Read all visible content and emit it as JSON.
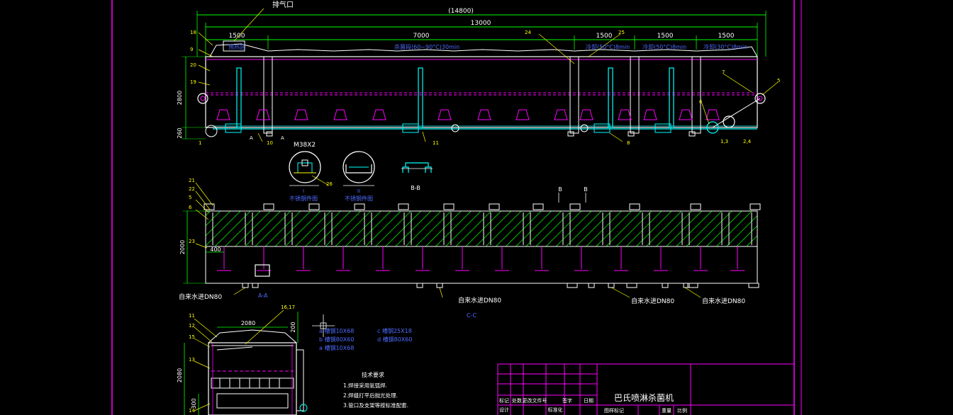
{
  "colors": {
    "background": "#000000",
    "frame": "#ff00ff",
    "dimension": "#00ff00",
    "structure": "#ffffff",
    "pipe": "#00ffff",
    "label_blue": "#4f6bff",
    "leader": "#ffff00",
    "hatch": "#00ff00",
    "nozzle": "#ff00ff"
  },
  "elevation": {
    "vent_label": "排气口",
    "overall_dim": "(14800)",
    "length_dim": "13000",
    "section_dims": [
      "1500",
      "7000",
      "1500",
      "1500",
      "1500"
    ],
    "zone_labels": [
      "预热区",
      "杀菌段(60~90°C)30min",
      "冷却(50°C)8min",
      "冷却(50°C)8min",
      "冷却(30°C)8min"
    ],
    "height_dims": [
      "2800",
      "260"
    ],
    "part_numbers": [
      "18",
      "9",
      "20",
      "19",
      "1",
      "10",
      "24",
      "25",
      "11",
      "8",
      "7",
      "6",
      "5",
      "1,3",
      "2,4"
    ],
    "section_marks": [
      "A",
      "A"
    ]
  },
  "details": {
    "thread_label": "M38X2",
    "detail_1": {
      "id": "I",
      "caption": "不锈钢件图"
    },
    "detail_2": {
      "id": "II",
      "caption": "不锈钢件图"
    },
    "part_26": "26",
    "section_bb": "B-B"
  },
  "plan_view": {
    "part_numbers": [
      "21",
      "22",
      "5",
      "6",
      "23"
    ],
    "height_dim": "2000",
    "offset_dim": "400",
    "section_marks": [
      "B",
      "B"
    ],
    "water_inlet": "自来水进DN80",
    "section_aa": "A-A",
    "section_cc": "C-C"
  },
  "end_view": {
    "part_numbers": [
      "11",
      "12",
      "15",
      "13",
      "14"
    ],
    "width_dim": "2080",
    "top_dim": "200",
    "height_dim": "2080",
    "bottom_dim": "300",
    "part_16_17": "16,17"
  },
  "materials": {
    "a": "a  槽钢10X68",
    "b": "b  槽钢80X60",
    "c": "c  槽钢25X18",
    "d": "d  槽钢80X60",
    "e": "a  槽钢10X68"
  },
  "notes": {
    "title": "技术要求",
    "items": [
      "1.焊接采用氩弧焊.",
      "2.焊缝打平后抛光处理.",
      "3.管口及支架等按标准配套."
    ]
  },
  "title_block": {
    "drawing_title": "巴氏喷淋杀菌机",
    "header_cells": [
      "标记",
      "处数",
      "更改文件号",
      "签字",
      "日期"
    ],
    "row2_cells": [
      "设计",
      "",
      "标准化",
      ""
    ],
    "bottom_cells": [
      "图样标记",
      "重量",
      "比例"
    ]
  }
}
